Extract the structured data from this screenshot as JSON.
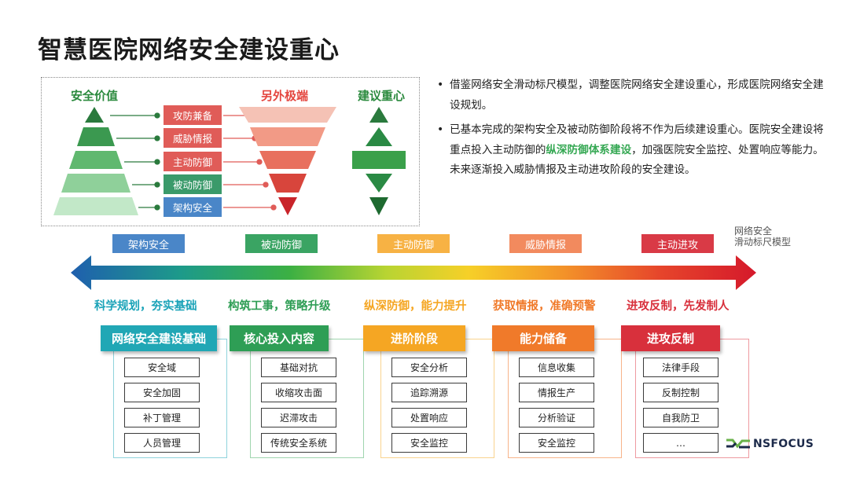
{
  "title": "智慧医院网络安全建设重心",
  "left_panel": {
    "header_value": "安全价值",
    "header_extreme": "另外极端",
    "header_focus": "建议重心",
    "labels": [
      {
        "text": "攻防兼备",
        "color": "#e05c58"
      },
      {
        "text": "威胁情报",
        "color": "#e05c58"
      },
      {
        "text": "主动防御",
        "color": "#e05c58"
      },
      {
        "text": "被动防御",
        "color": "#3a9a6a"
      },
      {
        "text": "架构安全",
        "color": "#4a86c8"
      }
    ]
  },
  "bullets": {
    "b1": "借鉴网络安全滑动标尺模型，调整医院网络安全建设重心，形成医院网络安全建设规划。",
    "b2_pre": "已基本完成的架构安全及被动防御阶段将不作为后续建设重心。医院安全建设将重点投入主动防御的",
    "b2_hl": "纵深防御体系建设",
    "b2_post": "，加强医院安全监控、处置响应等能力。未来逐渐投入威胁情报及主动进攻阶段的安全建设。"
  },
  "scale": {
    "model_line1": "网络安全",
    "model_line2": "滑动标尺模型",
    "stages": [
      {
        "label": "架构安全",
        "color": "#4a86c8"
      },
      {
        "label": "被动防御",
        "color": "#3aa463"
      },
      {
        "label": "主动防御",
        "color": "#f7b244"
      },
      {
        "label": "威胁情报",
        "color": "#f28a5e"
      },
      {
        "label": "主动进攻",
        "color": "#d93a46"
      }
    ]
  },
  "columns": [
    {
      "slogan": "科学规划，夯实基础",
      "header": "网络安全建设基础",
      "color": "#21a7b5",
      "items": [
        "安全域",
        "安全加固",
        "补丁管理",
        "人员管理"
      ]
    },
    {
      "slogan": "构筑工事，策略升级",
      "header": "核心投入内容",
      "color": "#2e9e55",
      "items": [
        "基础对抗",
        "收缩攻击面",
        "迟滞攻击",
        "传统安全系统"
      ]
    },
    {
      "slogan": "纵深防御，能力提升",
      "header": "进阶阶段",
      "color": "#f5a623",
      "items": [
        "安全分析",
        "追踪溯源",
        "处置响应",
        "安全监控"
      ]
    },
    {
      "slogan": "获取情报，准确预警",
      "header": "能力储备",
      "color": "#f07a2a",
      "items": [
        "信息收集",
        "情报生产",
        "分析验证",
        "安全监控"
      ]
    },
    {
      "slogan": "进攻反制，先发制人",
      "header": "进攻反制",
      "color": "#d8303c",
      "items": [
        "法律手段",
        "反制控制",
        "自我防卫",
        "…"
      ]
    }
  ],
  "logo": {
    "text": "NSFOCUS"
  }
}
